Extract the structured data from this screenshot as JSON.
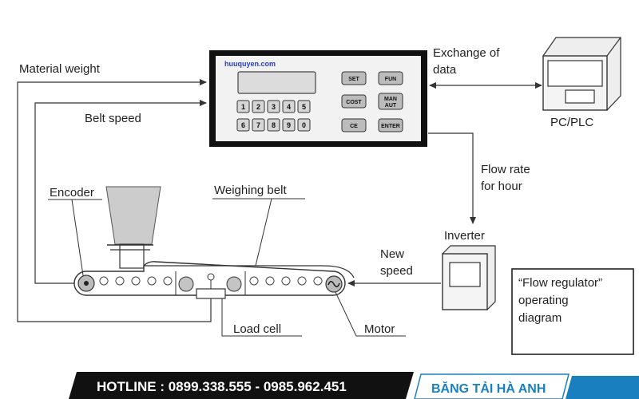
{
  "labels": {
    "material_weight": "Material weight",
    "belt_speed": "Belt speed",
    "exchange_line1": "Exchange of",
    "exchange_line2": "data",
    "pc_plc": "PC/PLC",
    "flow_rate_line1": "Flow rate",
    "flow_rate_line2": "for hour",
    "inverter": "Inverter",
    "new_line1": "New",
    "new_line2": "speed",
    "encoder": "Encoder",
    "weighing_belt": "Weighing belt",
    "load_cell": "Load cell",
    "motor": "Motor",
    "flow_reg_line1": "“Flow regulator”",
    "flow_reg_line2": "operating",
    "flow_reg_line3": "diagram"
  },
  "controller": {
    "website": "huuquyen.com",
    "digits_row1": [
      "1",
      "2",
      "3",
      "4",
      "5"
    ],
    "digits_row2": [
      "6",
      "7",
      "8",
      "9",
      "0"
    ],
    "func_keys": [
      "SET",
      "FUN",
      "COST",
      "MAN",
      "AUT",
      "CE",
      "ENTER"
    ]
  },
  "footer": {
    "hotline": "HOTLINE : 0899.338.555 - 0985.962.451",
    "brand": "BĂNG TẢI HÀ ANH"
  },
  "colors": {
    "line": "#333333",
    "controller_frame": "#111111",
    "panel": "#f2f2f2",
    "footer_bg": "#111111",
    "brand": "#1a7fbf"
  }
}
